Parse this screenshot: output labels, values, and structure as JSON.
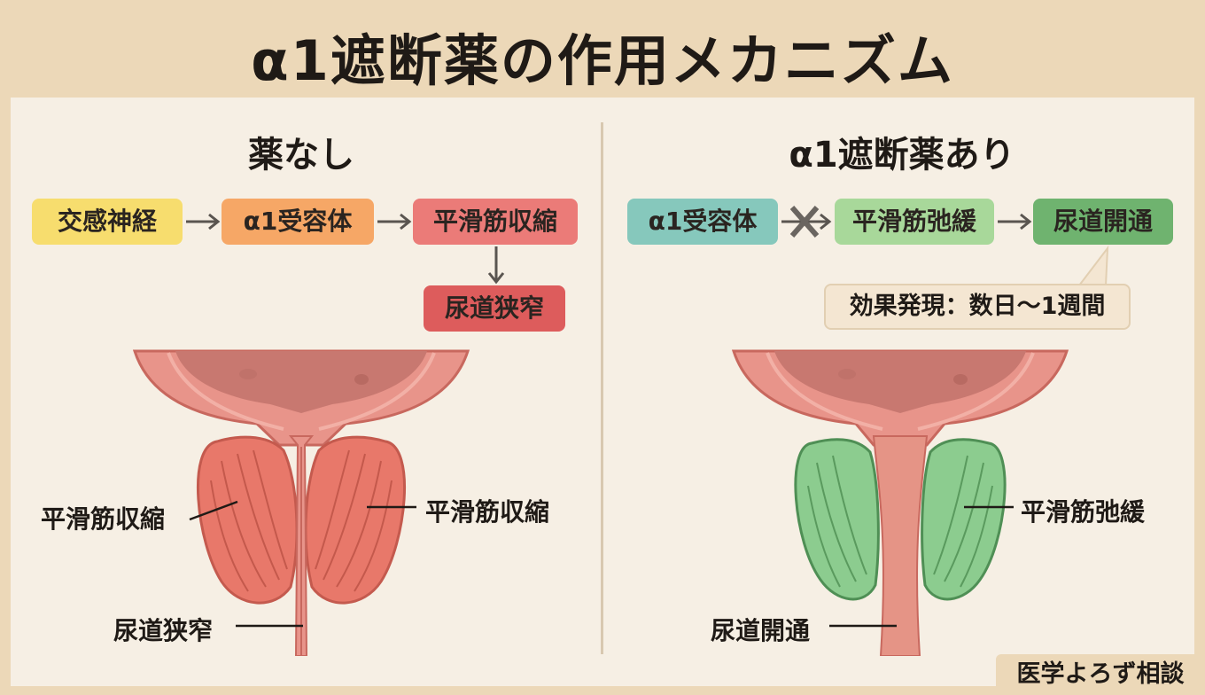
{
  "title": "α1遮断薬の作用メカニズム",
  "left": {
    "heading": "薬なし",
    "flow": {
      "box1": "交感神経",
      "box2": "α1受容体",
      "box3": "平滑筋収縮",
      "box4": "尿道狭窄"
    },
    "labels": {
      "left_muscle": "平滑筋収縮",
      "right_muscle": "平滑筋収縮",
      "urethra": "尿道狭窄"
    }
  },
  "right": {
    "heading": "α1遮断薬あり",
    "flow": {
      "box1": "α1受容体",
      "box2": "平滑筋弛緩",
      "box3": "尿道開通"
    },
    "note": "効果発現：数日〜1週間",
    "labels": {
      "muscle": "平滑筋弛緩",
      "urethra": "尿道開通"
    }
  },
  "footer": "医学よろず相談",
  "colors": {
    "background": "#ecd8b8",
    "panel": "#f6efe4",
    "yellow_box": "#f7dd6e",
    "orange_box": "#f6a766",
    "red_box": "#eb7b78",
    "dark_red_box": "#dd5c5c",
    "teal_box": "#86c8bc",
    "green_box": "#a8d89a",
    "dark_green_box": "#6fb36f",
    "contracted_muscle": "#e8786a",
    "relaxed_muscle": "#8ccc8f"
  }
}
